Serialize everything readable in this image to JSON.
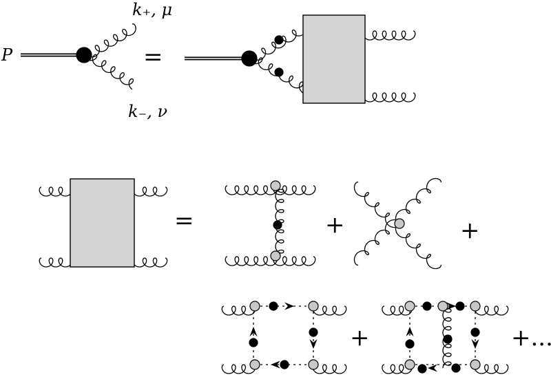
{
  "labels": {
    "meson": "P",
    "gluon_plus": "k₊, μ",
    "gluon_minus": "k₋, ν"
  },
  "operators": {
    "equals": "=",
    "plus": "+",
    "plus_ellipsis": "+..."
  },
  "colors": {
    "box_fill": "#d4d4d4",
    "vertex_gray": "#c8c8c8",
    "ink": "#000000"
  }
}
